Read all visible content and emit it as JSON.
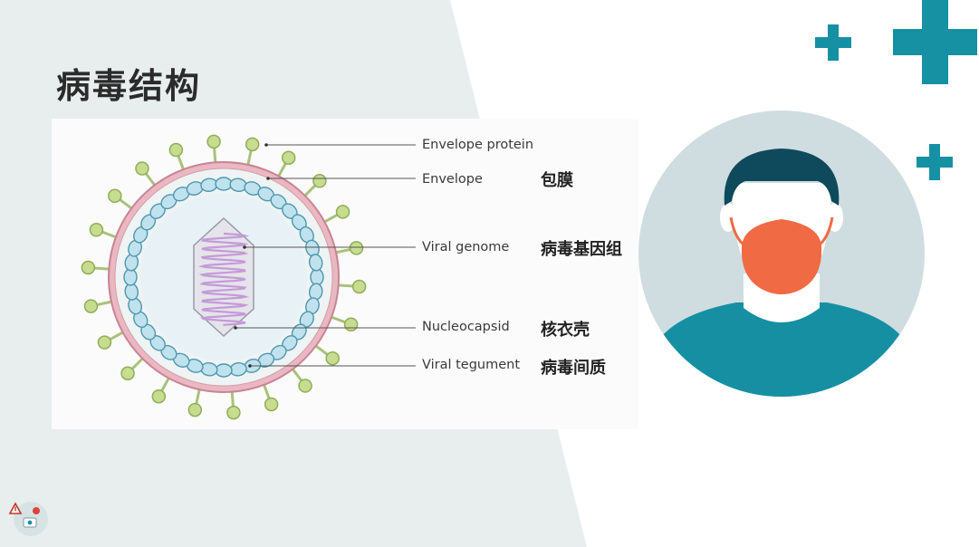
{
  "slide": {
    "title": "病毒结构"
  },
  "diagram": {
    "labels": [
      {
        "en": "Envelope protein",
        "zh": ""
      },
      {
        "en": "Envelope",
        "zh": "包膜"
      },
      {
        "en": "Viral genome",
        "zh": "病毒基因组"
      },
      {
        "en": "Nucleocapsid",
        "zh": "核衣壳"
      },
      {
        "en": "Viral tegument",
        "zh": "病毒间质"
      }
    ]
  },
  "colors": {
    "background_panel": "#e8eded",
    "accent_teal": "#1591a3",
    "mask": "#f06a43",
    "hair": "#0f4a5c",
    "shirt": "#168fa3",
    "circle_bg": "#cfdde0"
  },
  "icons": [
    "plus-icon",
    "person-with-mask-illustration",
    "corner-logo-icon"
  ]
}
